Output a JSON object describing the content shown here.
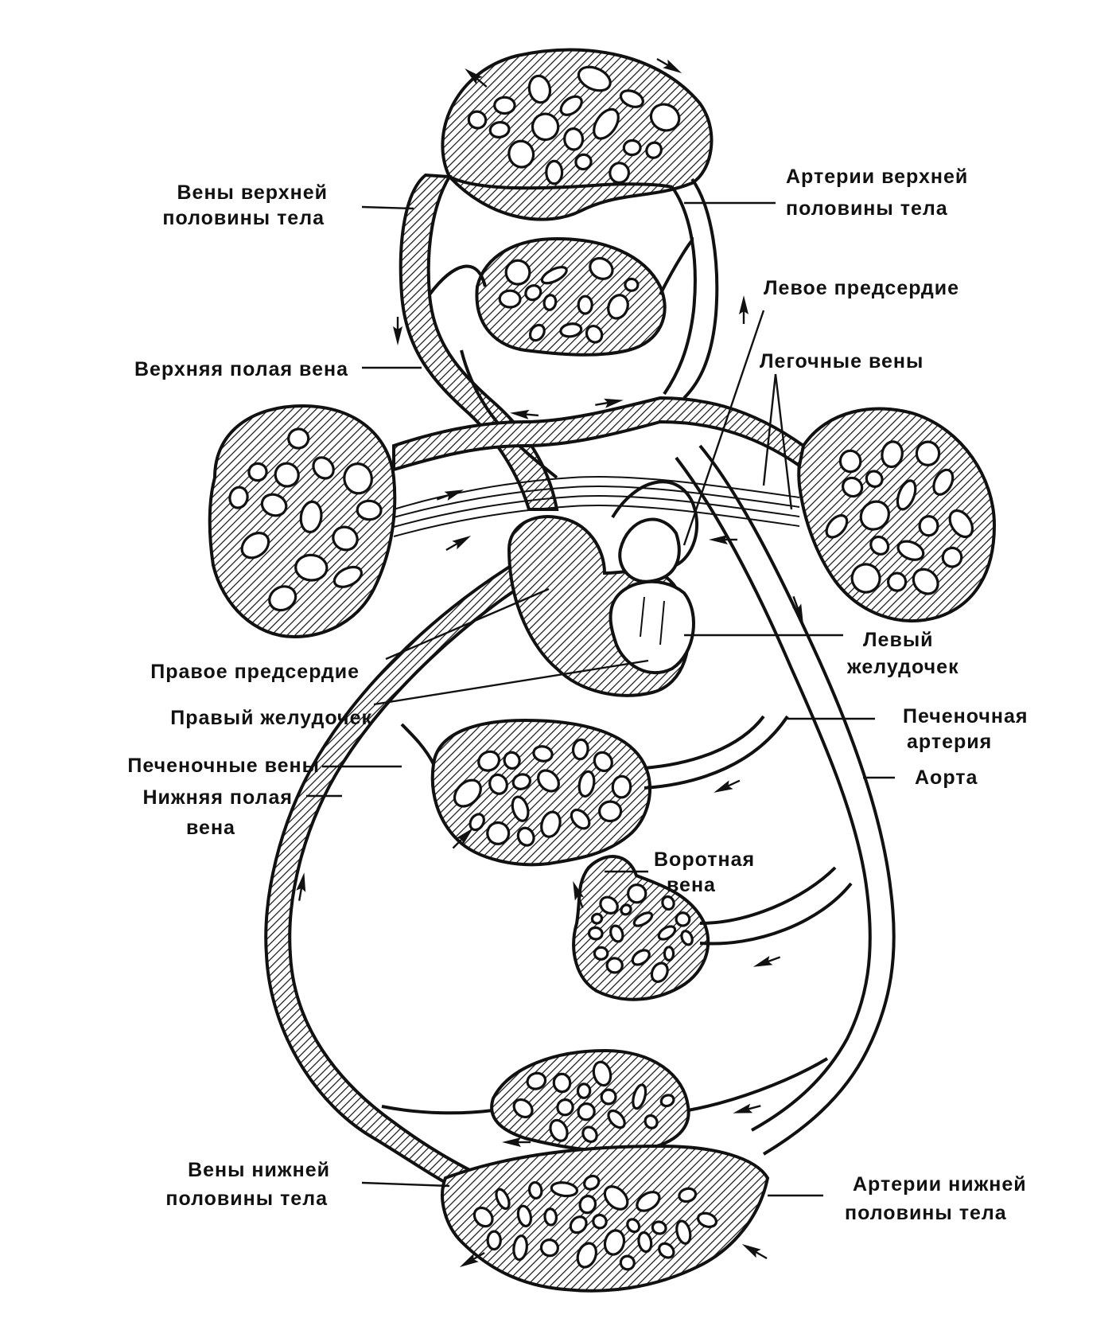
{
  "labels": {
    "upper_body_veins": [
      "Вены верхней",
      "половины тела"
    ],
    "upper_body_arteries": [
      "Артерии верхней",
      "половины тела"
    ],
    "left_atrium": "Левое предсердие",
    "superior_vena_cava": "Верхняя полая вена",
    "pulmonary_veins": "Легочные вены",
    "left_ventricle": [
      "Левый",
      "желудочек"
    ],
    "right_atrium": "Правое предсердие",
    "right_ventricle": "Правый желудочек",
    "hepatic_artery": [
      "Печеночная",
      "артерия"
    ],
    "hepatic_veins": "Печеночные вены",
    "aorta": "Аорта",
    "inferior_vena_cava": [
      "Нижняя полая",
      "вена"
    ],
    "portal_vein": [
      "Воротная",
      "вена"
    ],
    "lower_body_veins": [
      "Вены нижней",
      "половины тела"
    ],
    "lower_body_arteries": [
      "Артерии нижней",
      "половины тела"
    ]
  },
  "colors": {
    "ink": "#111111",
    "paper": "#ffffff"
  }
}
